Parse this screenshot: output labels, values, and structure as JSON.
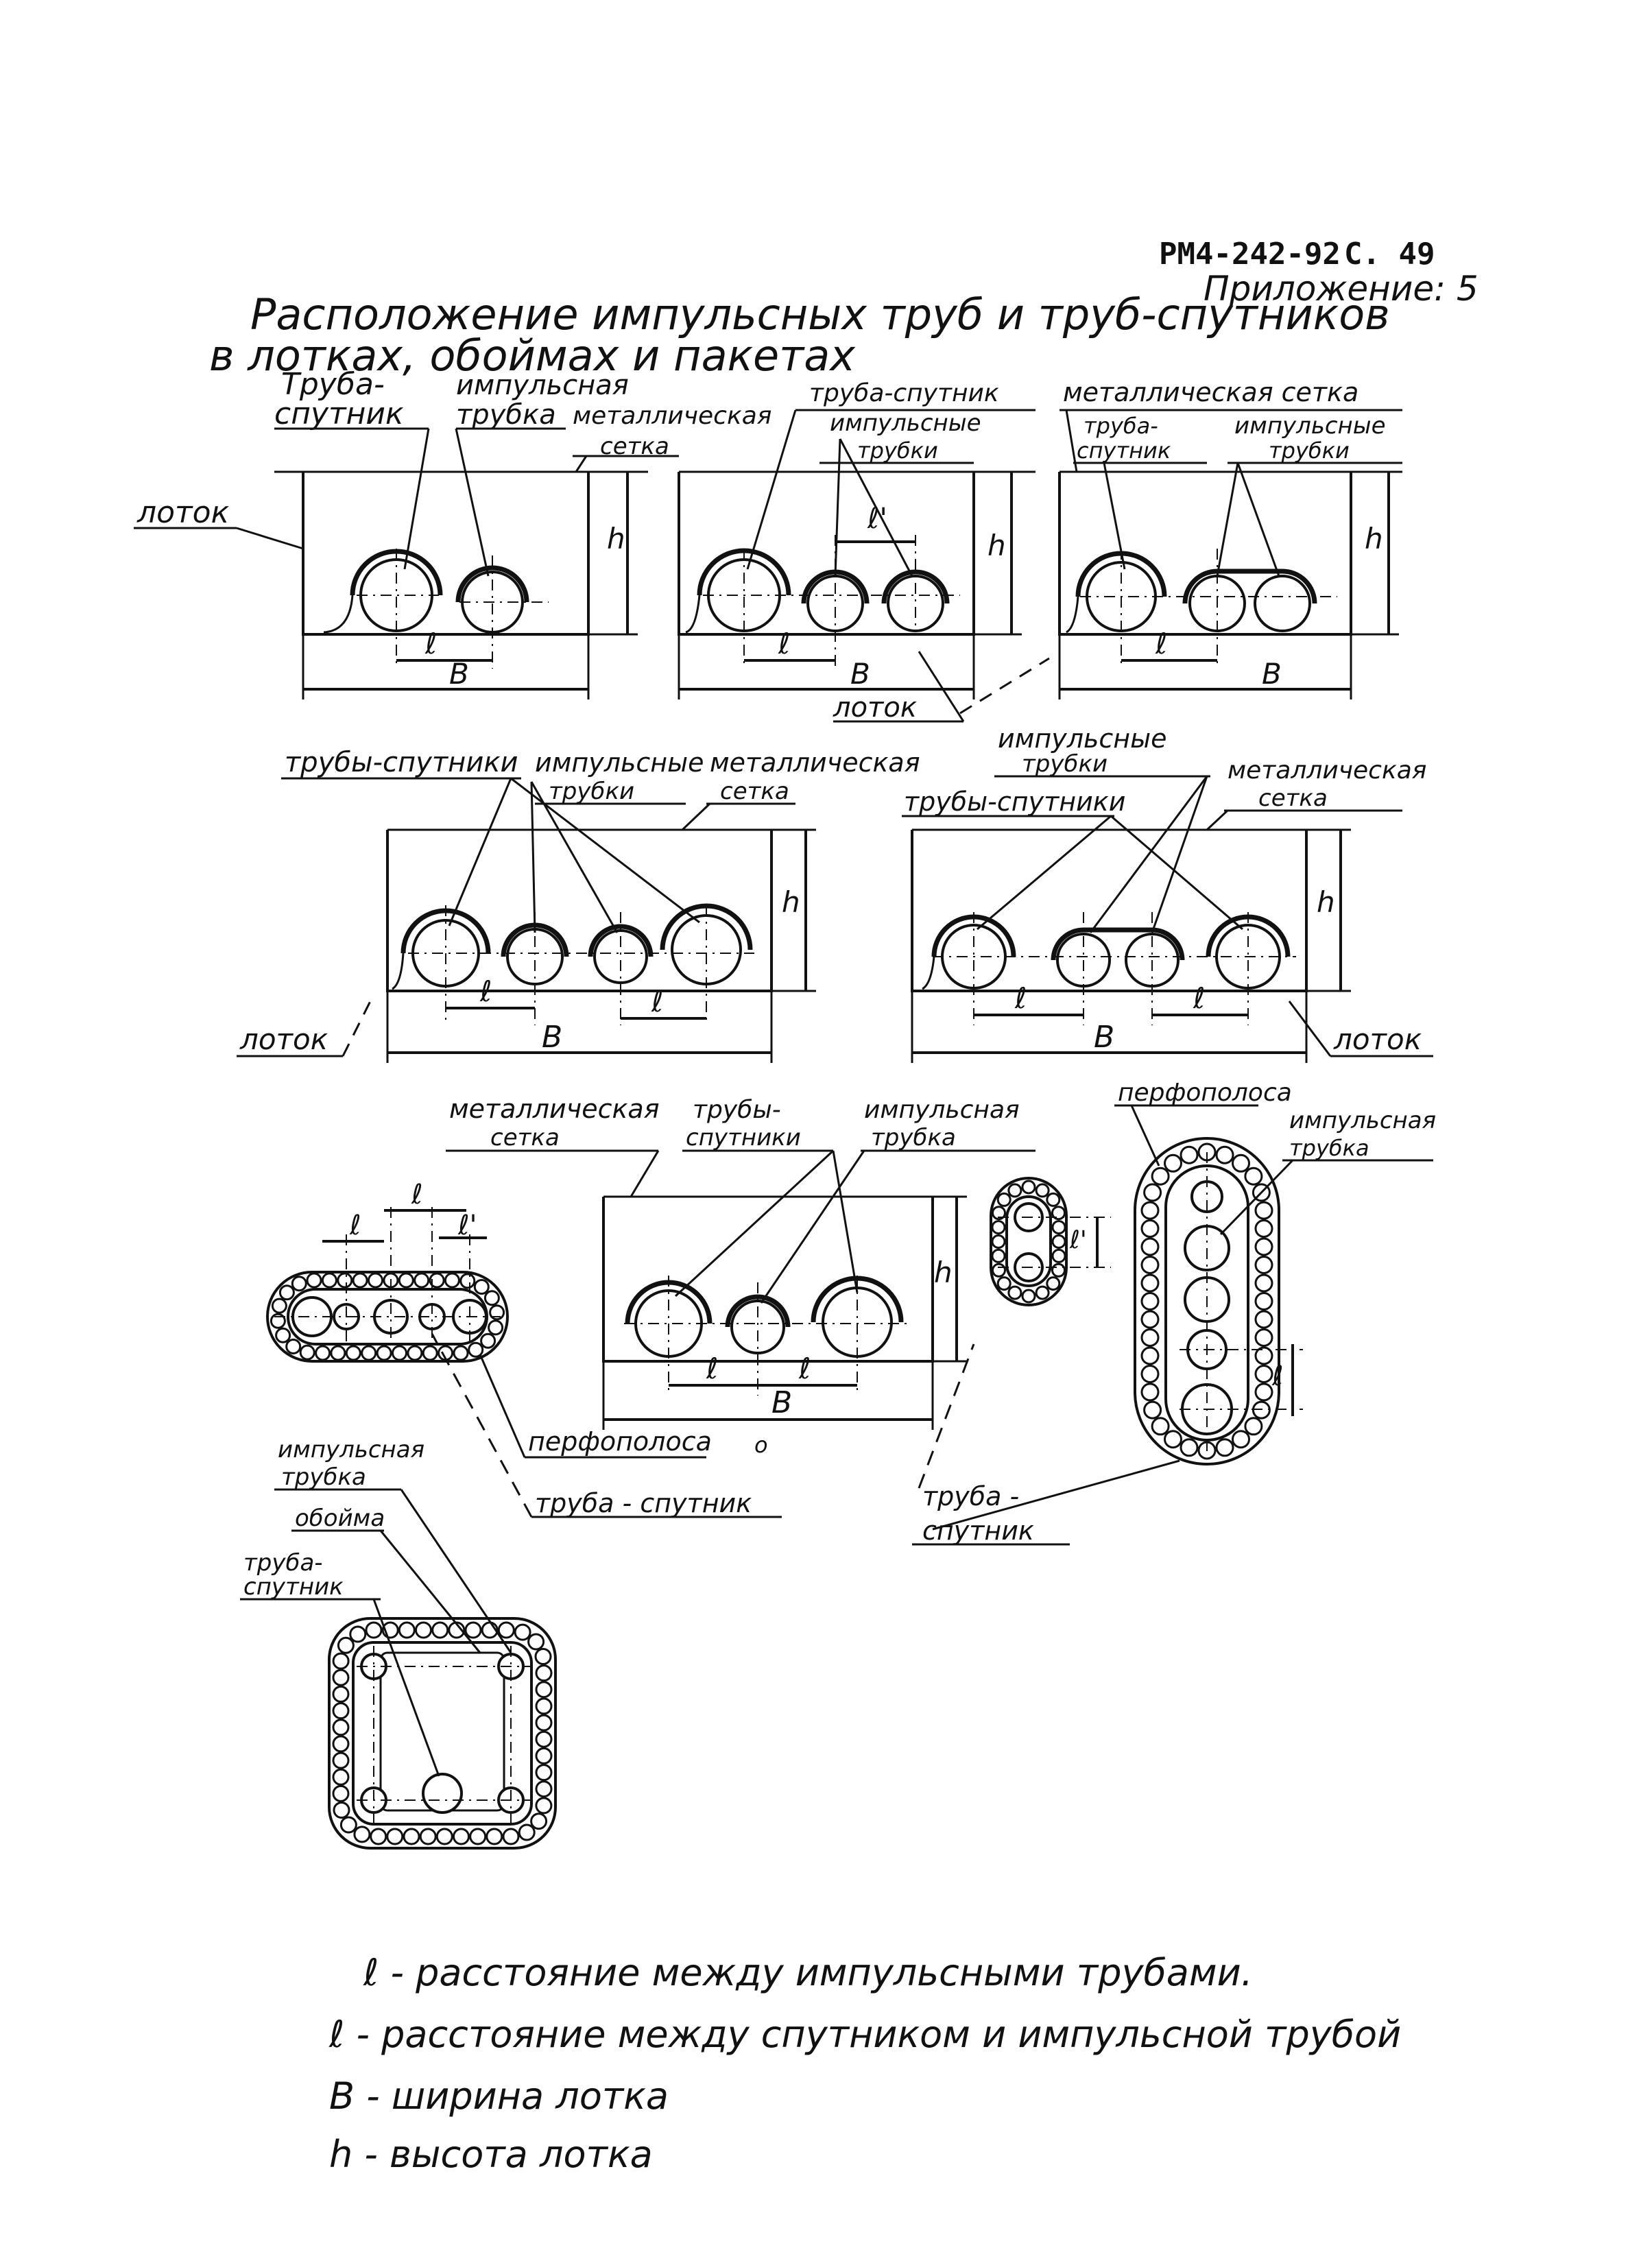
{
  "header": {
    "doc_code": "РМ4-242-92",
    "page": "С. 49",
    "appendix": "Приложение: 5"
  },
  "title": {
    "line1": "Расположение импульсных труб и труб-спутников",
    "line2": "в лотках, обоймах и пакетах"
  },
  "labels": {
    "truba_sputnik_1": "Труба-",
    "truba_sputnik_2": "спутник",
    "impulsnaya_1": "импульсная",
    "impulsnaya_2": "трубка",
    "met_1": "металлическая",
    "met_2": "сетка",
    "truba_sputnik_single": "труба-спутник",
    "impulsnye_1": "импульсные",
    "impulsnye_2": "трубки",
    "met_full": "металлическая сетка",
    "truba_lower_1": "труба-",
    "truba_lower_2": "спутник",
    "lotok": "лоток",
    "truby_sputniki": "трубы-спутники",
    "truby_1": "трубы-",
    "truby_2": "спутники",
    "impulsnaya_trubka": "импульсная трубка",
    "perfopolosa": "перфополоса",
    "truba_sputnik_dash": "труба - спутник",
    "truba_dash_1": "труба -",
    "obojma": "обойма"
  },
  "dims": {
    "l": "ℓ",
    "l_prime": "ℓ'",
    "B": "В",
    "h": "h"
  },
  "legend": {
    "l_def": "ℓ - расстояние между импульсными трубами.",
    "l2_def": "ℓ - расстояние между спутником и импульсной трубой",
    "B_def": "В - ширина лотка",
    "h_def": "h - высота лотка"
  }
}
